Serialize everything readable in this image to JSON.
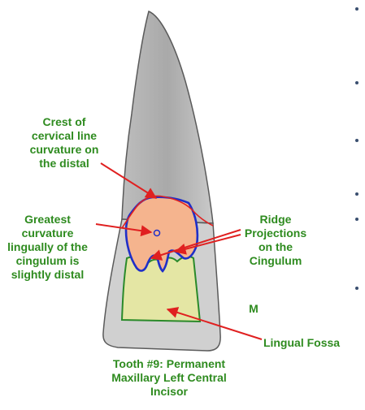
{
  "labels": {
    "crest": [
      "Crest of",
      "cervical line",
      "curvature on",
      "the distal"
    ],
    "greatest": [
      "Greatest",
      "curvature",
      "lingually of the",
      "cingulum is",
      "slightly distal"
    ],
    "ridge": [
      "Ridge",
      "Projections",
      "on the",
      "Cingulum"
    ],
    "mesial_marker": "M",
    "lingual_fossa": "Lingual Fossa",
    "caption": [
      "Tooth #9: Permanent",
      "Maxillary Left Central",
      "Incisor"
    ]
  },
  "colors": {
    "label_text": "#2e8b1f",
    "tooth_fill": "#c4c4c4",
    "tooth_outline": "#5a5a5a",
    "cingulum_fill": "#f5b48e",
    "cingulum_outline": "#1f2fc8",
    "fossa_fill": "#e4e6a4",
    "fossa_outline": "#2a8a2a",
    "pointer_arrows": "#e02020",
    "slide_bullets": "#3a4f6f"
  }
}
